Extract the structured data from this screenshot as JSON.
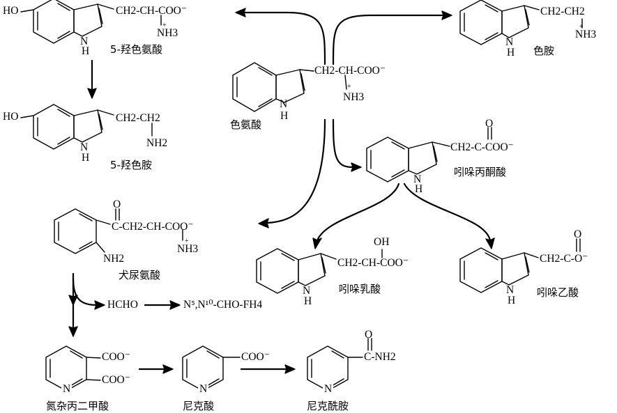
{
  "compounds": {
    "trp": {
      "name": "色氨酸",
      "chain": "CH2-CH-COO⁻",
      "amine": "NH3",
      "plus": "+",
      "nh": "N",
      "h": "H"
    },
    "ht5": {
      "name": "5-羟色氨酸",
      "chain": "CH2-CH-COO⁻",
      "amine": "NH3",
      "plus": "+",
      "ho": "HO",
      "nh": "N",
      "h": "H"
    },
    "serotonin": {
      "name": "5-羟色胺",
      "chain": "CH2-CH2",
      "amine": "NH2",
      "ho": "HO",
      "nh": "N",
      "h": "H"
    },
    "tryptamine": {
      "name": "色胺",
      "chain": "CH2-CH2",
      "amine": "NH3",
      "plus": "+",
      "nh": "N",
      "h": "H"
    },
    "ipa": {
      "name": "吲哚丙酮酸",
      "chain": "CH2-C-COO⁻",
      "oxo": "O",
      "nh": "N",
      "h": "H"
    },
    "ila": {
      "name": "吲哚乳酸",
      "chain": "CH2-CH-COO⁻",
      "oh": "OH",
      "nh": "N",
      "h": "H"
    },
    "iaa": {
      "name": "吲哚乙酸",
      "chain": "CH2-C-O⁻",
      "oxo": "O",
      "nh": "N",
      "h": "H"
    },
    "kyn": {
      "name": "犬尿氨酸",
      "chain": "C-CH2-CH-COO⁻",
      "oxo": "O",
      "amine": "NH3",
      "plus": "+",
      "arylamine": "NH2"
    },
    "quin": {
      "name": "氮杂丙二甲酸",
      "coo1": "COO⁻",
      "coo2": "COO⁻",
      "n": "N"
    },
    "niacin": {
      "name": "尼克酸",
      "coo": "COO⁻",
      "n": "N"
    },
    "niacinamide": {
      "name": "尼克酰胺",
      "amide": "C-NH2",
      "oxo": "O",
      "n": "N"
    }
  },
  "byproducts": {
    "hcho": "HCHO",
    "thf": "N⁵,N¹⁰-CHO-FH4"
  }
}
